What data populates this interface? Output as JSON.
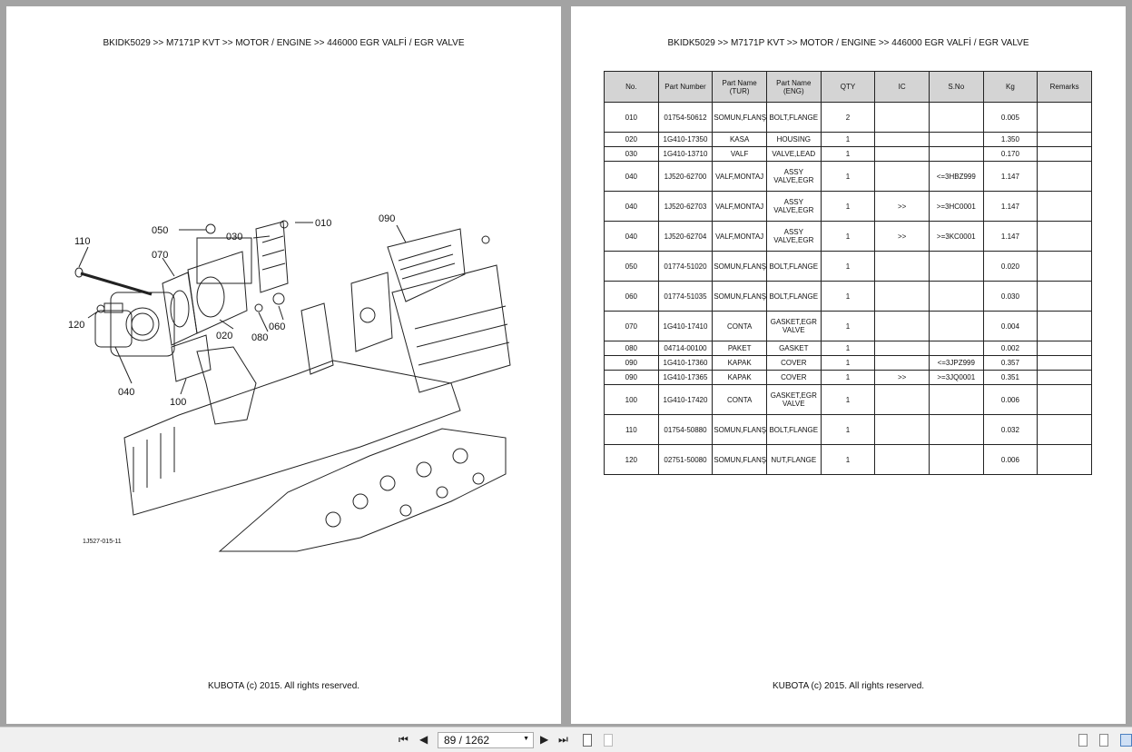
{
  "breadcrumb": "BKIDK5029 >> M7171P KVT >> MOTOR / ENGINE >> 446000   EGR VALFİ / EGR VALVE",
  "footer": "KUBOTA (c) 2015. All rights reserved.",
  "diagram": {
    "code": "1J527-015-11",
    "callouts": [
      "110",
      "050",
      "030",
      "010",
      "090",
      "070",
      "120",
      "020",
      "080",
      "060",
      "040",
      "100"
    ]
  },
  "table": {
    "headers": [
      "No.",
      "Part Number",
      "Part Name (TUR)",
      "Part Name (ENG)",
      "QTY",
      "IC",
      "S.No",
      "Kg",
      "Remarks"
    ],
    "rows": [
      [
        "010",
        "01754-50612",
        "SOMUN,FLANŞ",
        "BOLT,FLANGE",
        "2",
        "",
        "",
        "0.005",
        ""
      ],
      [
        "020",
        "1G410-17350",
        "KASA",
        "HOUSING",
        "1",
        "",
        "",
        "1.350",
        ""
      ],
      [
        "030",
        "1G410-13710",
        "VALF",
        "VALVE,LEAD",
        "1",
        "",
        "",
        "0.170",
        ""
      ],
      [
        "040",
        "1J520-62700",
        "VALF,MONTAJ",
        "ASSY VALVE,EGR",
        "1",
        "",
        "<=3HBZ999",
        "1.147",
        ""
      ],
      [
        "040",
        "1J520-62703",
        "VALF,MONTAJ",
        "ASSY VALVE,EGR",
        "1",
        ">>",
        ">=3HC0001",
        "1.147",
        ""
      ],
      [
        "040",
        "1J520-62704",
        "VALF,MONTAJ",
        "ASSY VALVE,EGR",
        "1",
        ">>",
        ">=3KC0001",
        "1.147",
        ""
      ],
      [
        "050",
        "01774-51020",
        "SOMUN,FLANŞ",
        "BOLT,FLANGE",
        "1",
        "",
        "",
        "0.020",
        ""
      ],
      [
        "060",
        "01774-51035",
        "SOMUN,FLANŞ",
        "BOLT,FLANGE",
        "1",
        "",
        "",
        "0.030",
        ""
      ],
      [
        "070",
        "1G410-17410",
        "CONTA",
        "GASKET,EGR VALVE",
        "1",
        "",
        "",
        "0.004",
        ""
      ],
      [
        "080",
        "04714-00100",
        "PAKET",
        "GASKET",
        "1",
        "",
        "",
        "0.002",
        ""
      ],
      [
        "090",
        "1G410-17360",
        "KAPAK",
        "COVER",
        "1",
        "",
        "<=3JPZ999",
        "0.357",
        ""
      ],
      [
        "090",
        "1G410-17365",
        "KAPAK",
        "COVER",
        "1",
        ">>",
        ">=3JQ0001",
        "0.351",
        ""
      ],
      [
        "100",
        "1G410-17420",
        "CONTA",
        "GASKET,EGR VALVE",
        "1",
        "",
        "",
        "0.006",
        ""
      ],
      [
        "110",
        "01754-50880",
        "SOMUN,FLANŞ",
        "BOLT,FLANGE",
        "1",
        "",
        "",
        "0.032",
        ""
      ],
      [
        "120",
        "02751-50080",
        "SOMUN,FLANŞ",
        "NUT,FLANGE",
        "1",
        "",
        "",
        "0.006",
        ""
      ]
    ],
    "short_rows": [
      1,
      2,
      9,
      10,
      11
    ]
  },
  "toolbar": {
    "page_indicator": "89 / 1262",
    "first": "⏮",
    "prev": "◀",
    "next": "▶",
    "last": "⏭"
  }
}
